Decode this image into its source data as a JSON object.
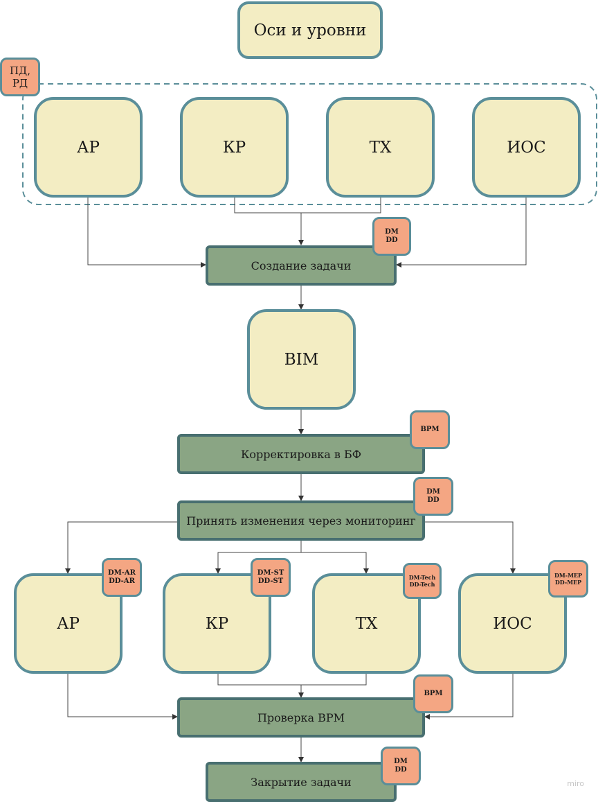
{
  "top": {
    "title": "Оси и уровни",
    "tag": "ПД,\nРД"
  },
  "disciplines_top": [
    "АР",
    "КР",
    "ТХ",
    "ИОС"
  ],
  "steps": {
    "create_task": {
      "label": "Создание задачи",
      "tag": "DM\nDD"
    },
    "bim": {
      "label": "BIM"
    },
    "correction": {
      "label": "Корректировка в БФ",
      "tag": "BPM"
    },
    "accept": {
      "label": "Принять изменения через мониторинг",
      "tag": "DM\nDD"
    },
    "check": {
      "label": "Проверка BPM",
      "tag": "BPM"
    },
    "close": {
      "label": "Закрытие задачи",
      "tag": "DM\nDD"
    }
  },
  "disciplines_bottom": [
    {
      "label": "АР",
      "tag": "DM-AR\nDD-AR"
    },
    {
      "label": "КР",
      "tag": "DM-ST\nDD-ST"
    },
    {
      "label": "ТХ",
      "tag": "DM-Tech\nDD-Tech"
    },
    {
      "label": "ИОС",
      "tag": "DM-MEP\nDD-MEP"
    }
  ],
  "colors": {
    "box_fill": "#f3edc3",
    "box_border": "#5a8e99",
    "step_fill": "#8aa584",
    "step_border": "#486f70",
    "tag_fill": "#f4a683"
  },
  "watermark": "miro"
}
